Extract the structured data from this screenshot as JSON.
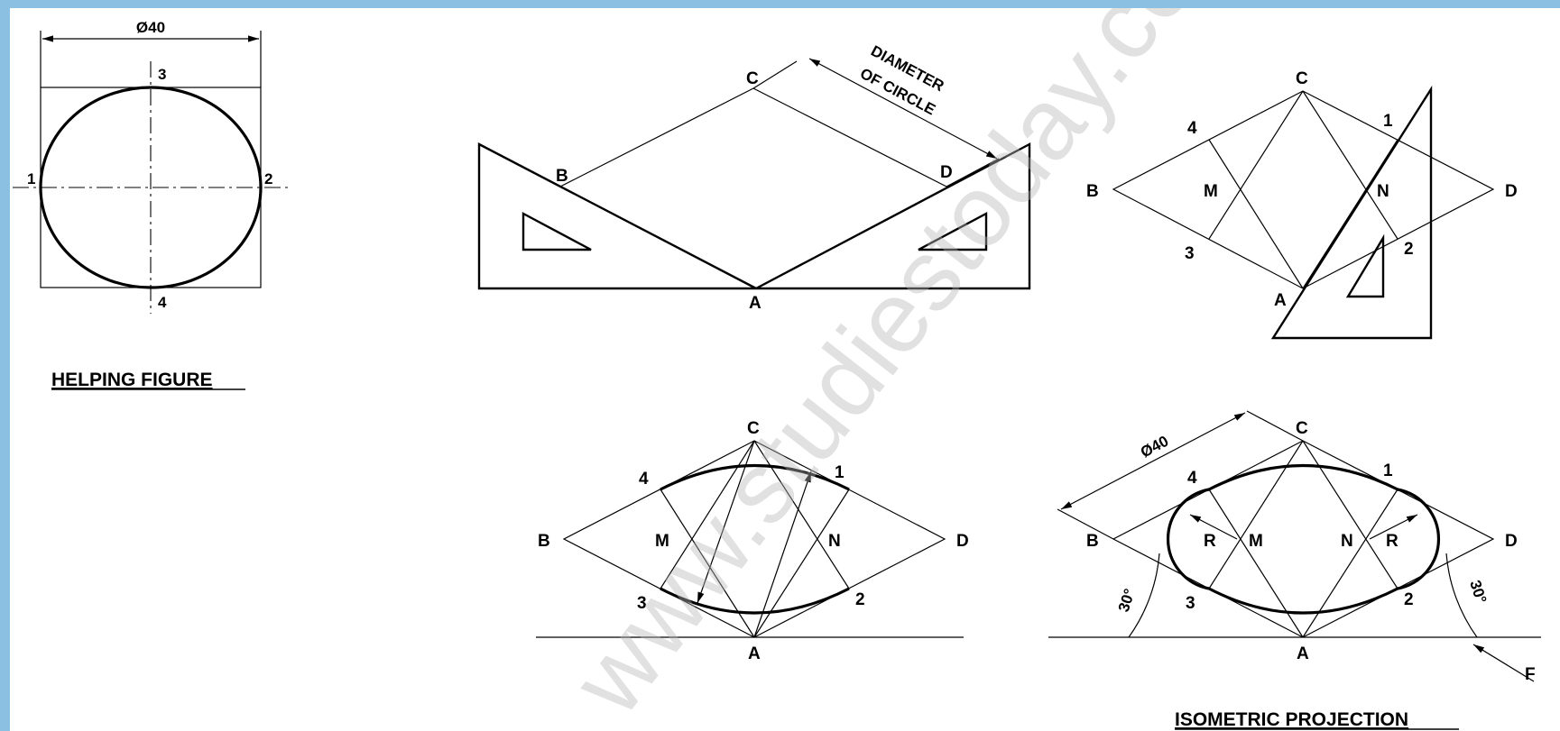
{
  "helping_figure": {
    "title": "HELPING FIGURE",
    "dimension": "Ø40",
    "points": [
      "1",
      "2",
      "3",
      "4"
    ]
  },
  "step1": {
    "points": [
      "A",
      "B",
      "C",
      "D"
    ],
    "annotation_line1": "DIAMETER",
    "annotation_line2": "OF CIRCLE"
  },
  "step2": {
    "points": [
      "A",
      "B",
      "C",
      "D",
      "M",
      "N",
      "1",
      "2",
      "3",
      "4"
    ]
  },
  "step3": {
    "points": [
      "A",
      "B",
      "C",
      "D",
      "M",
      "N",
      "1",
      "2",
      "3",
      "4"
    ]
  },
  "isometric": {
    "title": "ISOMETRIC PROJECTION",
    "dimension": "Ø40",
    "points": [
      "A",
      "B",
      "C",
      "D",
      "M",
      "N",
      "1",
      "2",
      "3",
      "4"
    ],
    "radius_label": "R",
    "angle_left": "30°",
    "angle_right": "30°",
    "arrow_label": "F"
  },
  "watermark": "www.studiestoday.com"
}
